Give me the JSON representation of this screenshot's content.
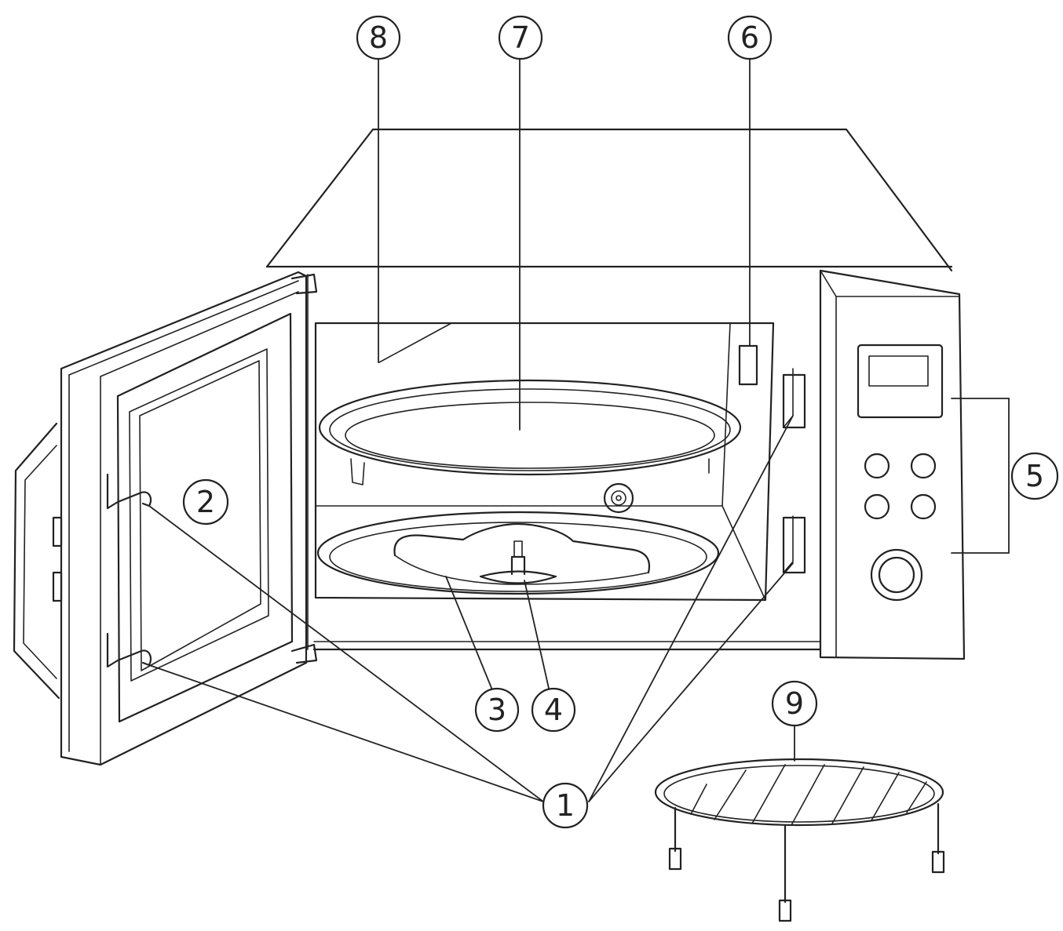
{
  "colors": {
    "line": "#222222",
    "background": "#ffffff"
  },
  "callouts": [
    {
      "id": "1",
      "label": "1"
    },
    {
      "id": "2",
      "label": "2"
    },
    {
      "id": "3",
      "label": "3"
    },
    {
      "id": "4",
      "label": "4"
    },
    {
      "id": "5",
      "label": "5"
    },
    {
      "id": "6",
      "label": "6"
    },
    {
      "id": "7",
      "label": "7"
    },
    {
      "id": "8",
      "label": "8"
    },
    {
      "id": "9",
      "label": "9"
    }
  ]
}
